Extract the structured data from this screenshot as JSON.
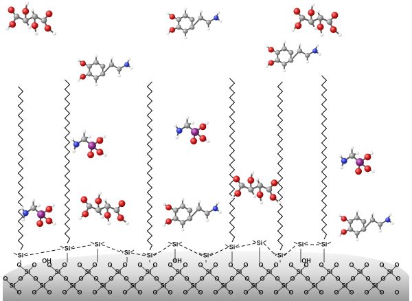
{
  "labels": {
    "silicon": "Si",
    "oxygen": "O",
    "hydroxyl": "OH"
  },
  "colors": {
    "background": "#ffffff",
    "substrate_light": "#f4f4f4",
    "substrate_dark": "#9a9a9a",
    "bond_line": "#111111",
    "carbon": "#8c8c8c",
    "oxygen_atom": "#d11c1c",
    "hydrogen": "#f2f2f2",
    "nitrogen": "#2f3bd6",
    "phosphorus": "#8e2b8a"
  },
  "molecules": [
    {
      "kind": "tartaric-acid"
    },
    {
      "kind": "tartaric-acid"
    },
    {
      "kind": "tartaric-acid"
    },
    {
      "kind": "tartaric-acid"
    },
    {
      "kind": "dopamine"
    },
    {
      "kind": "dopamine"
    },
    {
      "kind": "dopamine"
    },
    {
      "kind": "dopamine"
    },
    {
      "kind": "dopamine"
    },
    {
      "kind": "aminomethylphosphonic-acid"
    },
    {
      "kind": "aminomethylphosphonic-acid"
    },
    {
      "kind": "aminomethylphosphonic-acid"
    },
    {
      "kind": "aminomethylphosphonic-acid"
    }
  ]
}
